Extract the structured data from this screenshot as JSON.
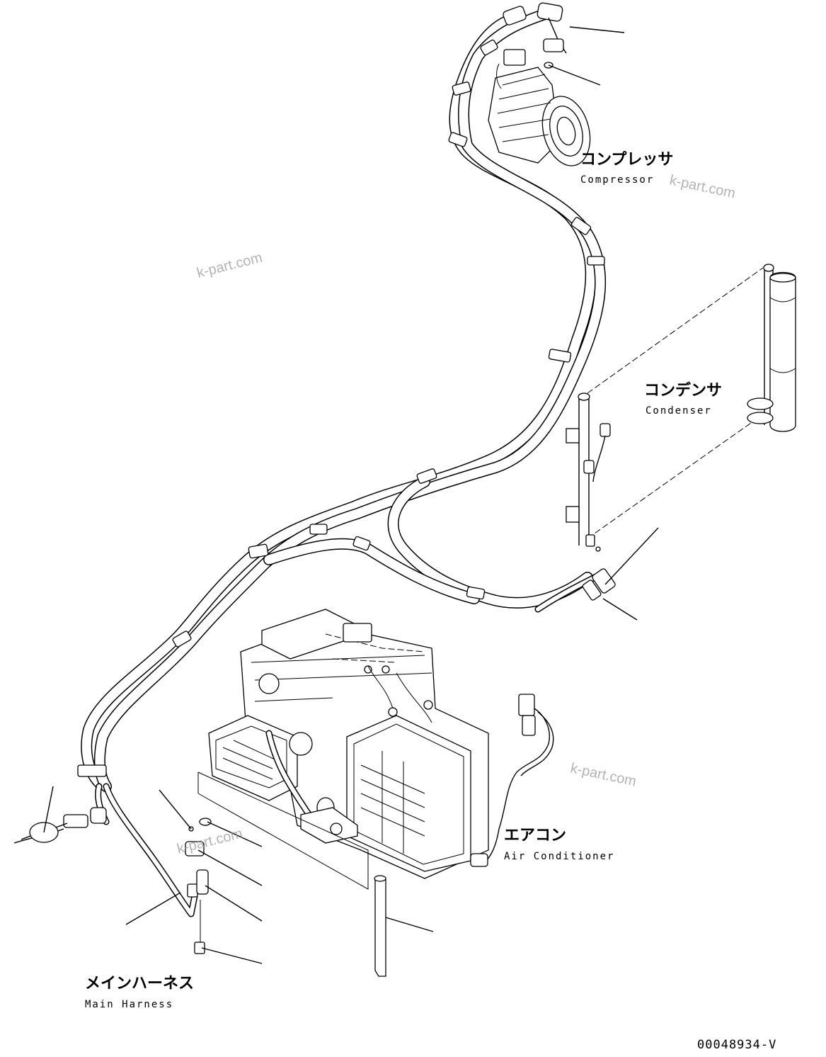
{
  "labels": {
    "compressor_jp": "コンプレッサ",
    "compressor_en": "Compressor",
    "condenser_jp": "コンデンサ",
    "condenser_en": "Condenser",
    "air_conditioner_jp": "エアコン",
    "air_conditioner_en": "Air Conditioner",
    "main_harness_jp": "メインハーネス",
    "main_harness_en": "Main Harness"
  },
  "watermarks": [
    "k-part.com",
    "k-part.com",
    "k-part.com",
    "k-part.com"
  ],
  "drawing_number": "00048934-V"
}
